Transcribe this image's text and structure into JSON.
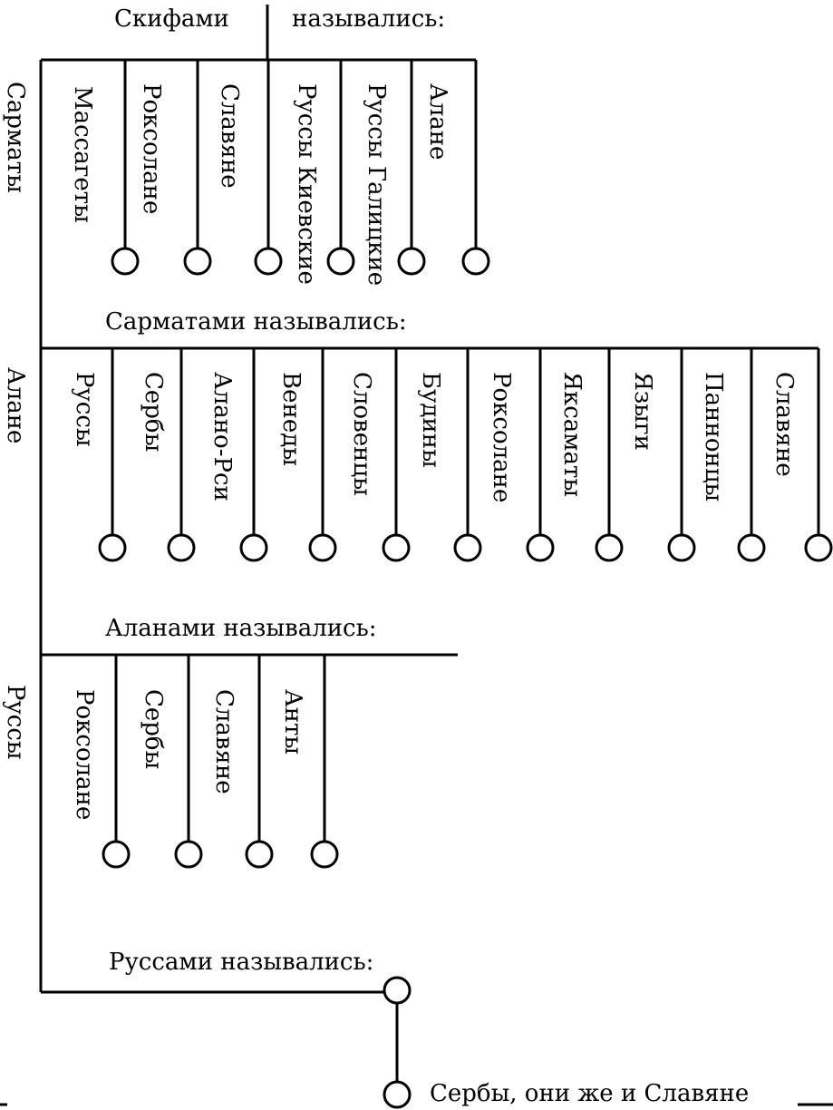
{
  "header": {
    "left": "Скифами",
    "right": "назывались:"
  },
  "side_labels": [
    "Сарматы",
    "Алане",
    "Руссы"
  ],
  "groups": [
    {
      "heading": "",
      "items": [
        "Массагеты",
        "Роксолане",
        "Славяне",
        "Руссы Киевские",
        "Руссы Галицкие",
        "Алане"
      ]
    },
    {
      "heading": "Сарматами назывались:",
      "items": [
        "Руссы",
        "Сербы",
        "Алано-Рси",
        "Венеды",
        "Словенцы",
        "Будины",
        "Роксолане",
        "Яксаматы",
        "Языги",
        "Паннонцы",
        "Славяне"
      ]
    },
    {
      "heading": "Аланами назывались:",
      "items": [
        "Роксолане",
        "Сербы",
        "Славяне",
        "Анты"
      ]
    },
    {
      "heading": "Руссами назывались:",
      "items": [
        "Сербы, они же и Славяне"
      ]
    }
  ]
}
